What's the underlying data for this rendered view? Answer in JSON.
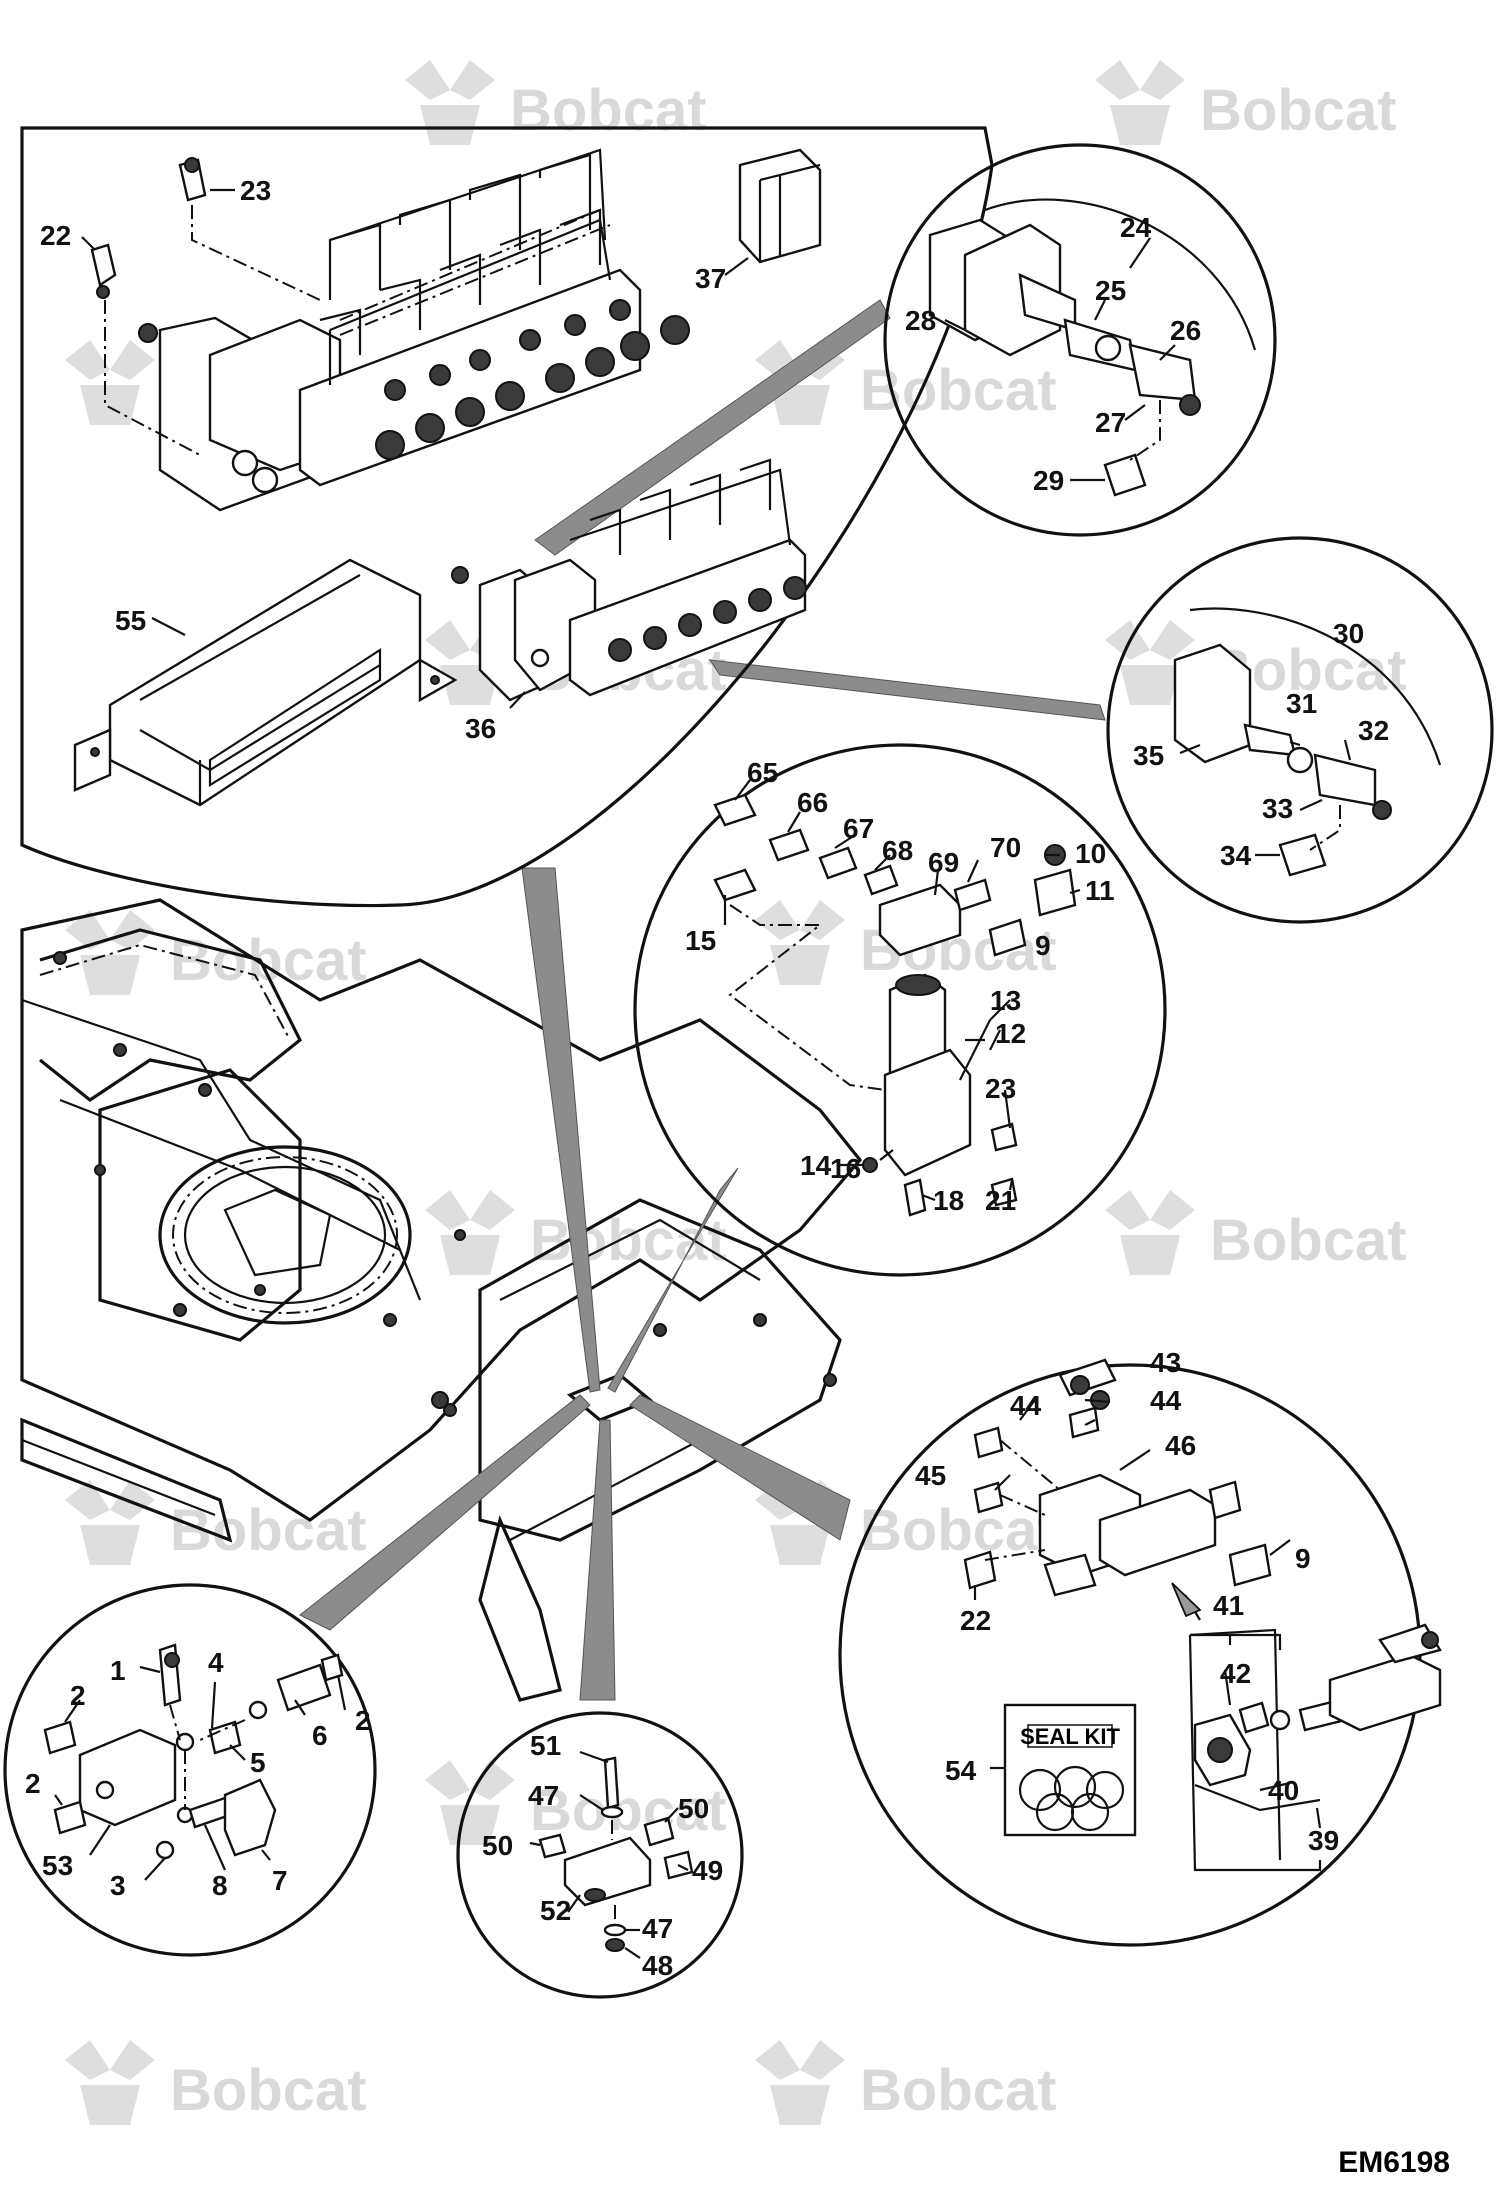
{
  "watermark": "Bobcat",
  "figure_code": "EM6198",
  "seal_kit_label": "SEAL KIT",
  "callouts": {
    "c1": "1",
    "c2": "2",
    "c3": "3",
    "c4": "4",
    "c5": "5",
    "c6": "6",
    "c7": "7",
    "c8": "8",
    "c9": "9",
    "c10": "10",
    "c11": "11",
    "c12": "12",
    "c13": "13",
    "c14": "14",
    "c15": "15",
    "c16": "16",
    "c18": "18",
    "c21": "21",
    "c22": "22",
    "c23": "23",
    "c24": "24",
    "c25": "25",
    "c26": "26",
    "c27": "27",
    "c28": "28",
    "c29": "29",
    "c30": "30",
    "c31": "31",
    "c32": "32",
    "c33": "33",
    "c34": "34",
    "c35": "35",
    "c36": "36",
    "c37": "37",
    "c39": "39",
    "c40": "40",
    "c41": "41",
    "c42": "42",
    "c43": "43",
    "c44": "44",
    "c45": "45",
    "c46": "46",
    "c47": "47",
    "c48": "48",
    "c49": "49",
    "c50": "50",
    "c51": "51",
    "c52": "52",
    "c53": "53",
    "c54": "54",
    "c55": "55",
    "c65": "65",
    "c66": "66",
    "c67": "67",
    "c68": "68",
    "c69": "69",
    "c70": "70"
  }
}
